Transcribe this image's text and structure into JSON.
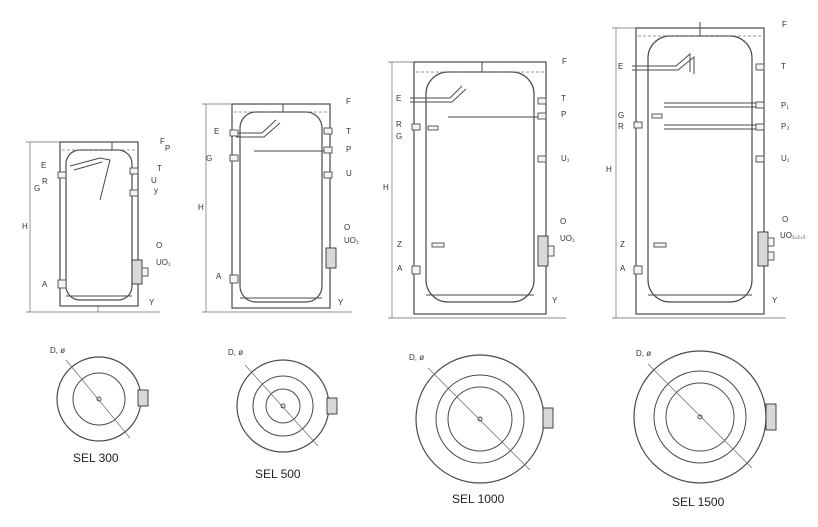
{
  "diagram": {
    "models": [
      {
        "name": "SEL 300",
        "labels": {
          "F": "F",
          "P": "P",
          "T": "T",
          "U": "U",
          "y": "y",
          "O": "O",
          "UO": "UO₁",
          "Y": "Y",
          "E": "E",
          "R": "R",
          "G": "G",
          "A": "A",
          "H": "H",
          "D": "D, ø"
        }
      },
      {
        "name": "SEL 500",
        "labels": {
          "F": "F",
          "T": "T",
          "P": "P",
          "U": "U",
          "O": "O",
          "UO": "UO₁",
          "Y": "Y",
          "E": "E",
          "G": "G",
          "A": "A",
          "H": "H",
          "D": "D, ø"
        }
      },
      {
        "name": "SEL 1000",
        "labels": {
          "F": "F",
          "T": "T",
          "P": "P",
          "U": "U₁",
          "O": "O",
          "UO": "UO₁",
          "Y": "Y",
          "E": "E",
          "R": "R",
          "G": "G",
          "Z": "Z",
          "A": "A",
          "H": "H",
          "D": "D, ø"
        }
      },
      {
        "name": "SEL 1500",
        "labels": {
          "F": "F",
          "T": "T",
          "P1": "P₁",
          "P2": "P₂",
          "U": "U₁",
          "O": "O",
          "UO": "UO₁,₂,₃",
          "Y": "Y",
          "E": "E",
          "G": "G",
          "R": "R",
          "Z": "Z",
          "A": "A",
          "H": "H",
          "D": "D, ø"
        }
      }
    ]
  }
}
